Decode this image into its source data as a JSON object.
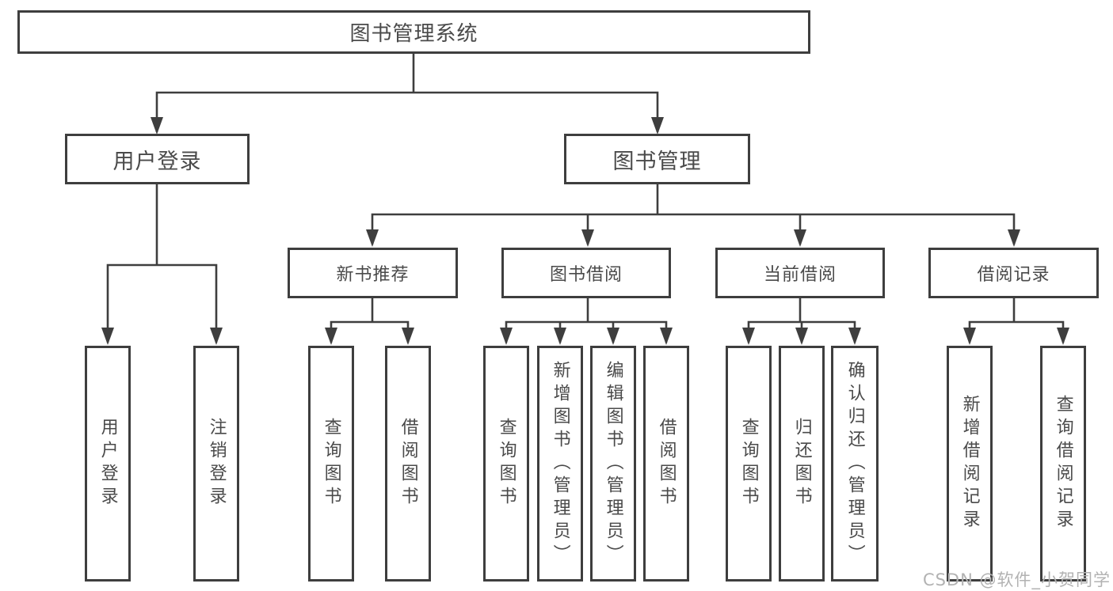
{
  "diagram": {
    "root": {
      "label": "图书管理系统"
    },
    "level2": [
      {
        "label": "用户登录"
      },
      {
        "label": "图书管理"
      }
    ],
    "level3": [
      {
        "label": "新书推荐"
      },
      {
        "label": "图书借阅"
      },
      {
        "label": "当前借阅"
      },
      {
        "label": "借阅记录"
      }
    ],
    "leaves": [
      {
        "label": "用户登录"
      },
      {
        "label": "注销登录"
      },
      {
        "label": "查询图书"
      },
      {
        "label": "借阅图书"
      },
      {
        "label": "查询图书"
      },
      {
        "label": "新增图书（管理员）"
      },
      {
        "label": "编辑图书（管理员）"
      },
      {
        "label": "借阅图书"
      },
      {
        "label": "查询图书"
      },
      {
        "label": "归还图书"
      },
      {
        "label": "确认归还（管理员）"
      },
      {
        "label": "新增借阅记录"
      },
      {
        "label": "查询借阅记录"
      }
    ]
  },
  "watermark": {
    "text": "CSDN @软件_小贺同学"
  },
  "colors": {
    "line": "#3e3e3e",
    "text": "#4a4a4a",
    "background": "#ffffff",
    "watermark": "#b2b2b2"
  }
}
